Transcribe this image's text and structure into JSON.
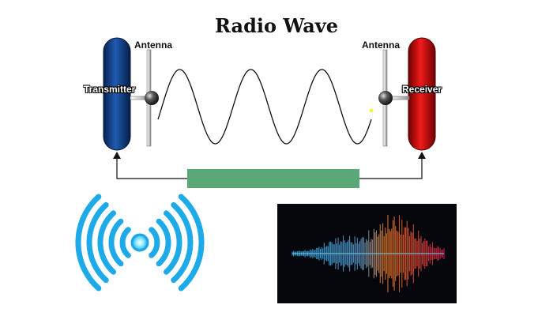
{
  "title": "Radio Wave",
  "transmitter": {
    "label": "Transmitter",
    "antenna_label": "Antenna",
    "color": "#0d3f85"
  },
  "receiver": {
    "label": "Receiver",
    "antenna_label": "Antenna",
    "color": "#cc0c0c"
  },
  "link_bar_color": "#5aa876",
  "icons": [
    "wireless-signal-icon",
    "audio-waveform-icon"
  ]
}
